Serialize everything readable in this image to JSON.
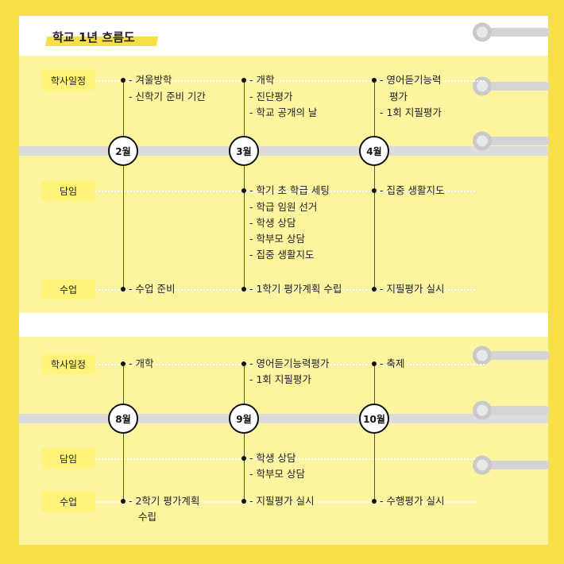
{
  "title": "학교 1년 흐름도",
  "row_labels": {
    "schedule": "학사일정",
    "homeroom": "담임",
    "classes": "수업"
  },
  "sections": [
    {
      "months": [
        "2월",
        "3월",
        "4월"
      ],
      "schedule": [
        [
          "- 겨울방학",
          "- 신학기 준비 기간"
        ],
        [
          "- 개학",
          "- 진단평가",
          "- 학교 공개의 날"
        ],
        [
          "- 영어듣기능력",
          "평가",
          "- 1회 지필평가"
        ]
      ],
      "homeroom": [
        [],
        [
          "- 학기 초 학급 세팅",
          "- 학급 임원 선거",
          "- 학생 상담",
          "- 학부모 상담",
          "- 집중 생활지도"
        ],
        [
          "- 집중 생활지도"
        ]
      ],
      "classes": [
        [
          "- 수업 준비"
        ],
        [
          "- 1학기 평가계획 수립"
        ],
        [
          "- 지필평가 실시"
        ]
      ]
    },
    {
      "months": [
        "8월",
        "9월",
        "10월"
      ],
      "schedule": [
        [
          "- 개학"
        ],
        [
          "- 영어듣기능력평가",
          "- 1회 지필평가"
        ],
        [
          "- 축제"
        ]
      ],
      "homeroom": [
        [],
        [
          "- 학생 상담",
          "- 학부모 상담"
        ],
        []
      ],
      "classes": [
        [
          "- 2학기 평가계획",
          "수립"
        ],
        [
          "- 지필평가 실시"
        ],
        [
          "- 수행평가 실시"
        ]
      ]
    }
  ]
}
